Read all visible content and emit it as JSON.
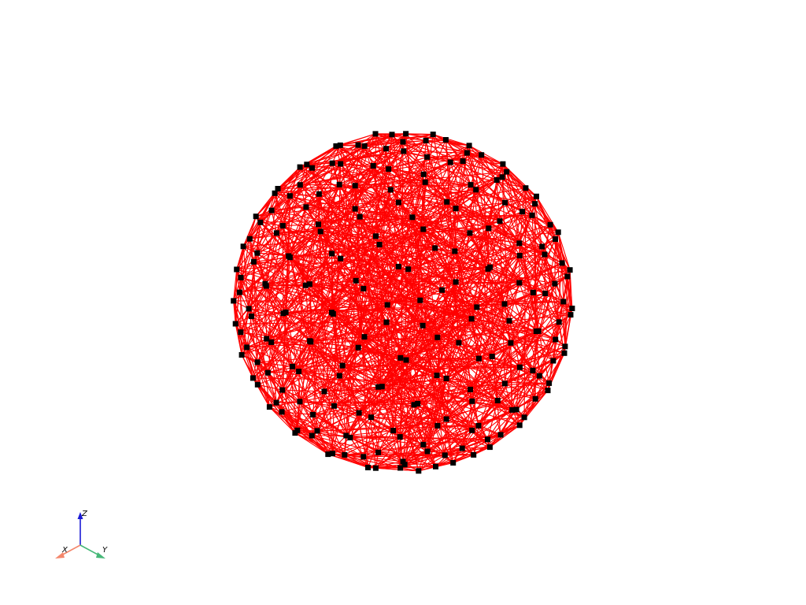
{
  "scene": {
    "description_type": "3d-wireframe-sphere",
    "edge_color": "#ff0000",
    "node_color": "#000000",
    "background": "#ffffff"
  },
  "orientation_widget": {
    "x_label": "X",
    "y_label": "Y",
    "z_label": "Z",
    "x_color": "#f4876c",
    "y_color": "#46b878",
    "z_color": "#1a1ad6"
  }
}
